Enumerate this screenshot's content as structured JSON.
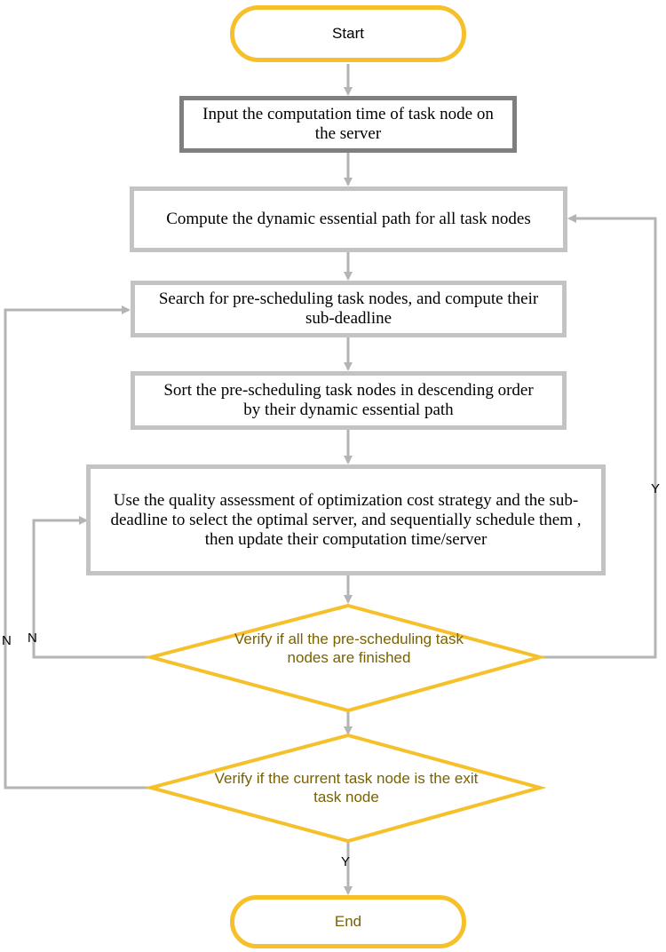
{
  "diagram": {
    "nodes": {
      "start": "Start",
      "input_time": "Input the computation time of task node on the server",
      "compute_path": "Compute the dynamic essential path for all task nodes",
      "search_nodes": "Search for pre-scheduling task nodes, and compute their sub-deadline",
      "sort_nodes": "Sort the pre-scheduling task nodes in descending order  by their dynamic essential path",
      "schedule": "Use the quality assessment of optimization cost strategy and the sub-deadline to select the optimal server, and sequentially schedule them , then update their computation time/server",
      "verify_finished": "Verify if all the pre-scheduling task nodes are finished",
      "verify_exit": "Verify if the current task node is the exit task node",
      "end": "End"
    },
    "labels": {
      "loop_right_yes": "Y",
      "loop_inner_no": "N",
      "loop_outer_no": "N",
      "exit_yes": "Y"
    },
    "colors": {
      "terminal_border": "#f5c02a",
      "decision_border": "#f5c02a",
      "decision_text": "#7a6200",
      "process_border": "#c3c3c3",
      "input_border": "#7f7f7f",
      "connector": "#b4b4b4"
    }
  }
}
